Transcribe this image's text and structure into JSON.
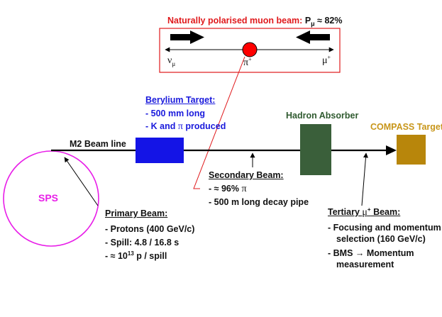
{
  "inset": {
    "title": "Naturally polarised muon beam:",
    "p_label": "P",
    "p_sub": "μ",
    "p_value": " ≈ 82%",
    "nu_label": "ν",
    "nu_sub": "μ",
    "pi_label": "π",
    "pi_sup": "+",
    "mu_label": "μ",
    "mu_sup": "+"
  },
  "sps": {
    "label": "SPS"
  },
  "beamline": {
    "label": "M2 Beam line"
  },
  "berylium": {
    "title": "Berylium Target:",
    "line1": "- 500 mm long",
    "line2_prefix": "- K and ",
    "line2_symbol": "π",
    "line2_suffix": " produced"
  },
  "hadron": {
    "label": "Hadron Absorber"
  },
  "compass": {
    "label": "COMPASS Target"
  },
  "secondary": {
    "title": "Secondary Beam:",
    "line1_prefix": "- ≈ 96% ",
    "line1_symbol": "π",
    "line2": "- 500 m long decay pipe"
  },
  "primary": {
    "title": "Primary Beam:",
    "line1": "- Protons (400 GeV/c)",
    "line2": "- Spill: 4.8 / 16.8 s",
    "line3_prefix": "- ≈ 10",
    "line3_sup": "13",
    "line3_suffix": " p / spill"
  },
  "tertiary": {
    "title_prefix": "Tertiary ",
    "title_symbol": "μ",
    "title_sup": "+",
    "title_suffix": " Beam:",
    "line1": "- Focusing and momentum",
    "line2": "selection (160 GeV/c)",
    "line3_prefix": "- BMS ",
    "line3_arrow": "→",
    "line3_suffix": " Momentum",
    "line4": "measurement"
  },
  "colors": {
    "inset_border": "#e0191c",
    "inset_title": "#e0191c",
    "pion_fill": "#ff0000",
    "sps_ring": "#e81ee8",
    "sps_text": "#e81ee8",
    "berylium_target": "#1414e6",
    "berylium_text": "#1a1adc",
    "hadron_absorber": "#3a5f3a",
    "hadron_text": "#2f5a2f",
    "compass_target": "#b8860b",
    "compass_text": "#c8961a",
    "beam_line": "#000000"
  }
}
